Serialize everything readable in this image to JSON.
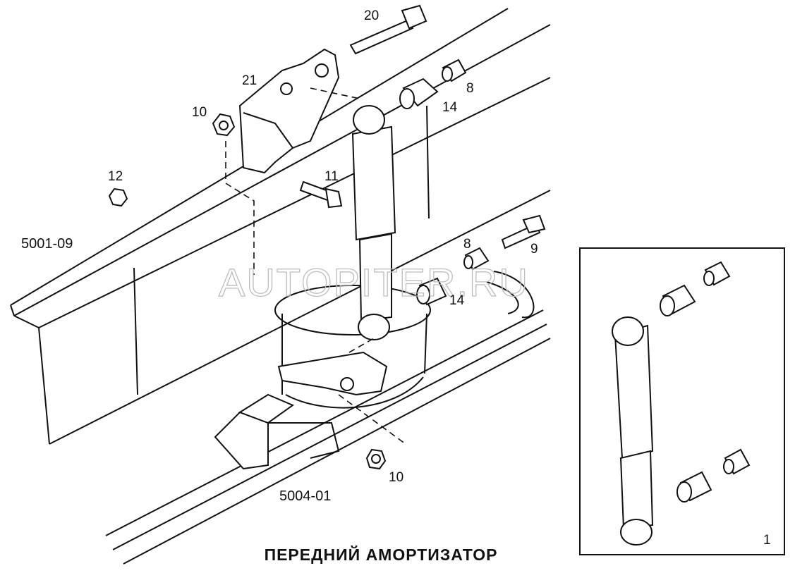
{
  "labels": {
    "p20": "20",
    "p21": "21",
    "p10a": "10",
    "p14a": "14",
    "p8a": "8",
    "p11": "11",
    "p12": "12",
    "p8b": "8",
    "p9": "9",
    "p14b": "14",
    "p10b": "10"
  },
  "refs": {
    "frame": "5001-09",
    "bracket": "5004-01"
  },
  "inset": {
    "number": "1"
  },
  "watermark": "AUTOPITER.RU",
  "title": "ПЕРЕДНИЙ АМОРТИЗАТОР"
}
